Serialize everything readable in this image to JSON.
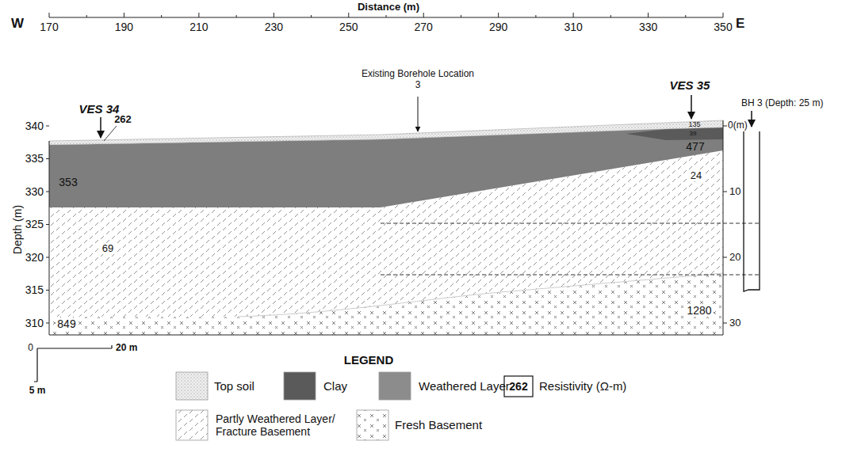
{
  "diagram": {
    "labels": [
      "Distance (m)",
      "W",
      "E",
      "170",
      "190",
      "210",
      "230",
      "250",
      "270",
      "290",
      "310",
      "330",
      "350",
      "VES 34",
      "262",
      "Existing Borehole Location 3",
      "VES 35",
      "BH 3 (Depth: 25 m)",
      "340",
      "335",
      "330",
      "325",
      "320",
      "315",
      "310",
      "Depth (m)",
      "0(m)",
      "10",
      "20",
      "30",
      "353",
      "69",
      "849",
      "135",
      "39",
      "477",
      "24",
      "1280",
      "LEGEND",
      "0",
      "20 m",
      "5 m",
      "262"
    ],
    "legend": [
      {
        "text": "Top soil"
      },
      {
        "text": "Clay",
        "color": "#5a5a5a"
      },
      {
        "text": "Weathered Layer",
        "color": "#8c8c8c"
      },
      {
        "text": "Resistivity (Ω-m)"
      },
      {
        "text": "Partly Weathered Layer/ Fracture Basement"
      },
      {
        "text": "Fresh Basement"
      }
    ]
  }
}
